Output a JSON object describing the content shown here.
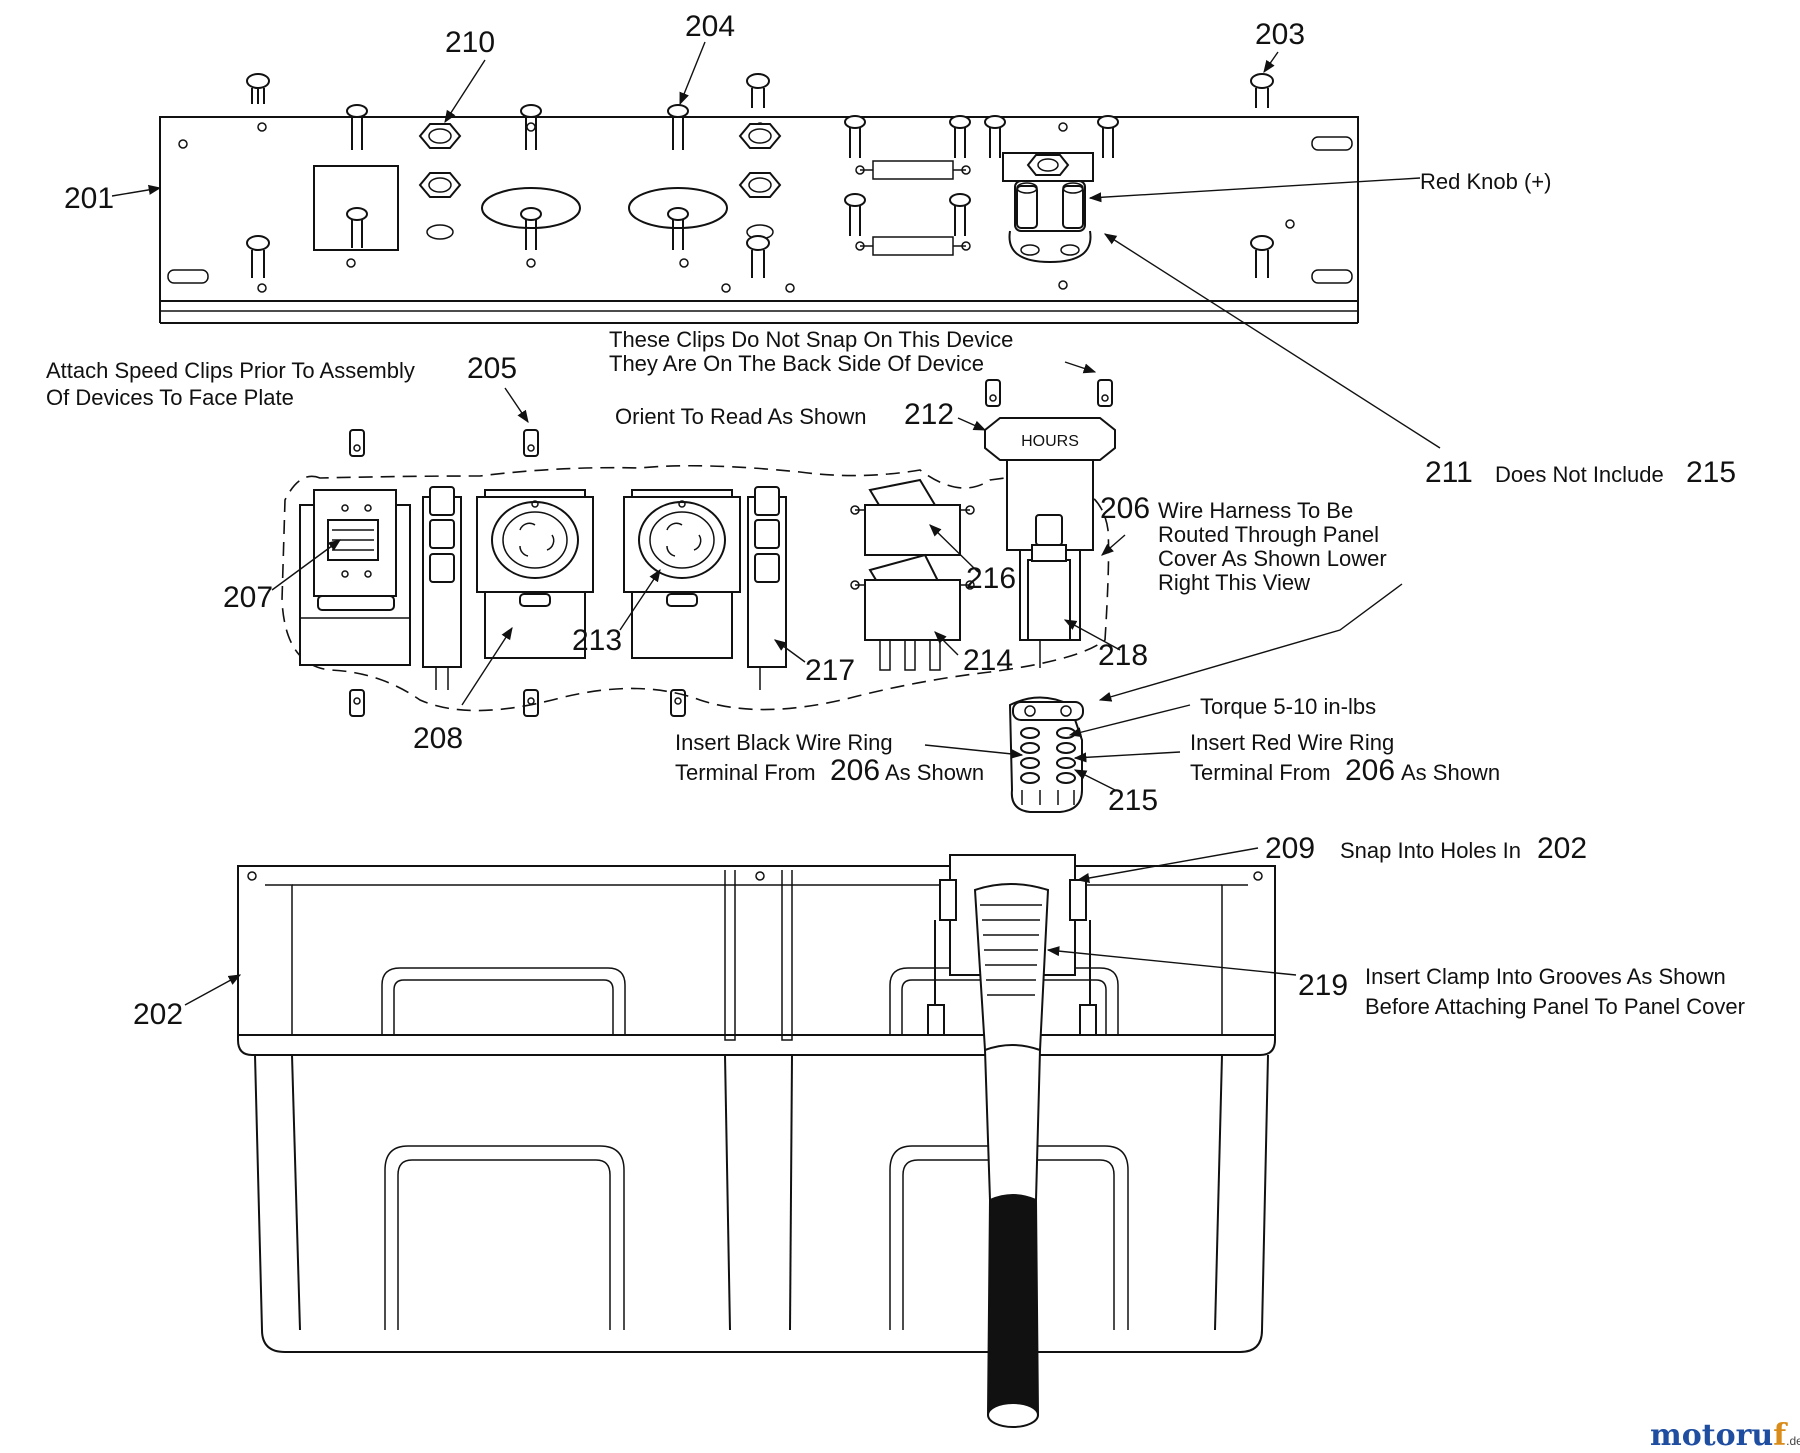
{
  "callouts": {
    "c201": "201",
    "c202": "202",
    "c203": "203",
    "c204": "204",
    "c205": "205",
    "c206": "206",
    "c207": "207",
    "c208": "208",
    "c209": "209",
    "c210": "210",
    "c211": "211",
    "c212": "212",
    "c213": "213",
    "c214": "214",
    "c215": "215",
    "c216": "216",
    "c217": "217",
    "c218": "218",
    "c219": "219"
  },
  "notes": {
    "red_knob": "Red Knob (+)",
    "clips_line1": "These Clips Do Not Snap On This Device",
    "clips_line2": "They Are On The Back Side Of Device",
    "speed_line1": "Attach Speed Clips Prior To Assembly",
    "speed_line2": "Of Devices To Face Plate",
    "orient": "Orient To Read As Shown",
    "does_not_include": "Does Not Include",
    "harness_line1": "Wire Harness To Be",
    "harness_line2": "Routed Through Panel",
    "harness_line3": "Cover As Shown Lower",
    "harness_line4": "Right This View",
    "torque": "Torque 5-10 in-lbs",
    "black_line1": "Insert Black Wire Ring",
    "black_line2": "Terminal From",
    "red_line1": "Insert Red Wire Ring",
    "red_line2": "Terminal From",
    "as_shown": "As Shown",
    "snap_into": "Snap Into Holes In",
    "clamp_line1": "Insert Clamp Into Grooves As Shown",
    "clamp_line2": "Before Attaching Panel To Panel Cover"
  },
  "labels": {
    "hours": "HOURS"
  },
  "watermark": {
    "main": "motoru",
    "accent": "f",
    "suffix": ".de"
  }
}
